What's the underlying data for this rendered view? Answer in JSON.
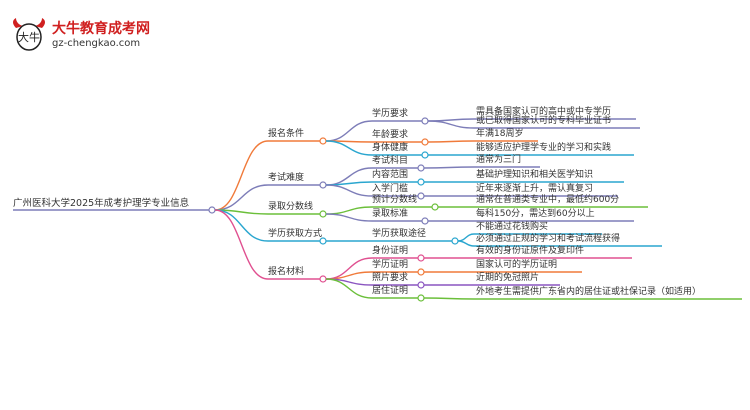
{
  "site": {
    "name": "大牛教育成考网",
    "url": "gz-chengkao.com",
    "mark_text": "大牛"
  },
  "mindmap": {
    "root": "广州医科大学2025年成考护理学专业信息",
    "branches": [
      {
        "label": "报名条件",
        "color": "#f07a3a",
        "children": [
          {
            "label": "学历要求",
            "color": "#7d7db8",
            "children": [
              "需具备国家认可的高中或中专学历",
              "或已取得国家认可的专科毕业证书"
            ]
          },
          {
            "label": "年龄要求",
            "color": "#f07a3a",
            "children": [
              "年满18周岁"
            ]
          },
          {
            "label": "身体健康",
            "color": "#2aa6cf",
            "children": [
              "能够适应护理学专业的学习和实践"
            ]
          }
        ]
      },
      {
        "label": "考试难度",
        "color": "#7d7db8",
        "children": [
          {
            "label": "考试科目",
            "color": "#7d7db8",
            "children": [
              "通常为三门"
            ]
          },
          {
            "label": "内容范围",
            "color": "#2aa6cf",
            "children": [
              "基础护理知识和相关医学知识"
            ]
          },
          {
            "label": "入学门槛",
            "color": "#7d7db8",
            "children": [
              "近年来逐渐上升，需认真复习"
            ]
          }
        ]
      },
      {
        "label": "录取分数线",
        "color": "#6bbf3a",
        "children": [
          {
            "label": "预计分数线",
            "color": "#6bbf3a",
            "children": [
              "通常在普通类专业中，最低约600分"
            ]
          },
          {
            "label": "录取标准",
            "color": "#7d7db8",
            "children": [
              "每科150分，需达到60分以上"
            ]
          }
        ]
      },
      {
        "label": "学历获取方式",
        "color": "#2aa6cf",
        "children": [
          {
            "label": "学历获取途径",
            "color": "#2aa6cf",
            "children": [
              "不能通过花钱购买",
              "必须通过正规的学习和考试流程获得"
            ]
          }
        ]
      },
      {
        "label": "报名材料",
        "color": "#e05090",
        "children": [
          {
            "label": "身份证明",
            "color": "#e05090",
            "children": [
              "有效的身份证原件及复印件"
            ]
          },
          {
            "label": "学历证明",
            "color": "#f07a3a",
            "children": [
              "国家认可的学历证明"
            ]
          },
          {
            "label": "照片要求",
            "color": "#8a55c0",
            "children": [
              "近期的免冠照片"
            ]
          },
          {
            "label": "居住证明",
            "color": "#6bbf3a",
            "children": [
              "外地考生需提供广东省内的居住证或社保记录（如适用）"
            ]
          }
        ]
      }
    ]
  }
}
